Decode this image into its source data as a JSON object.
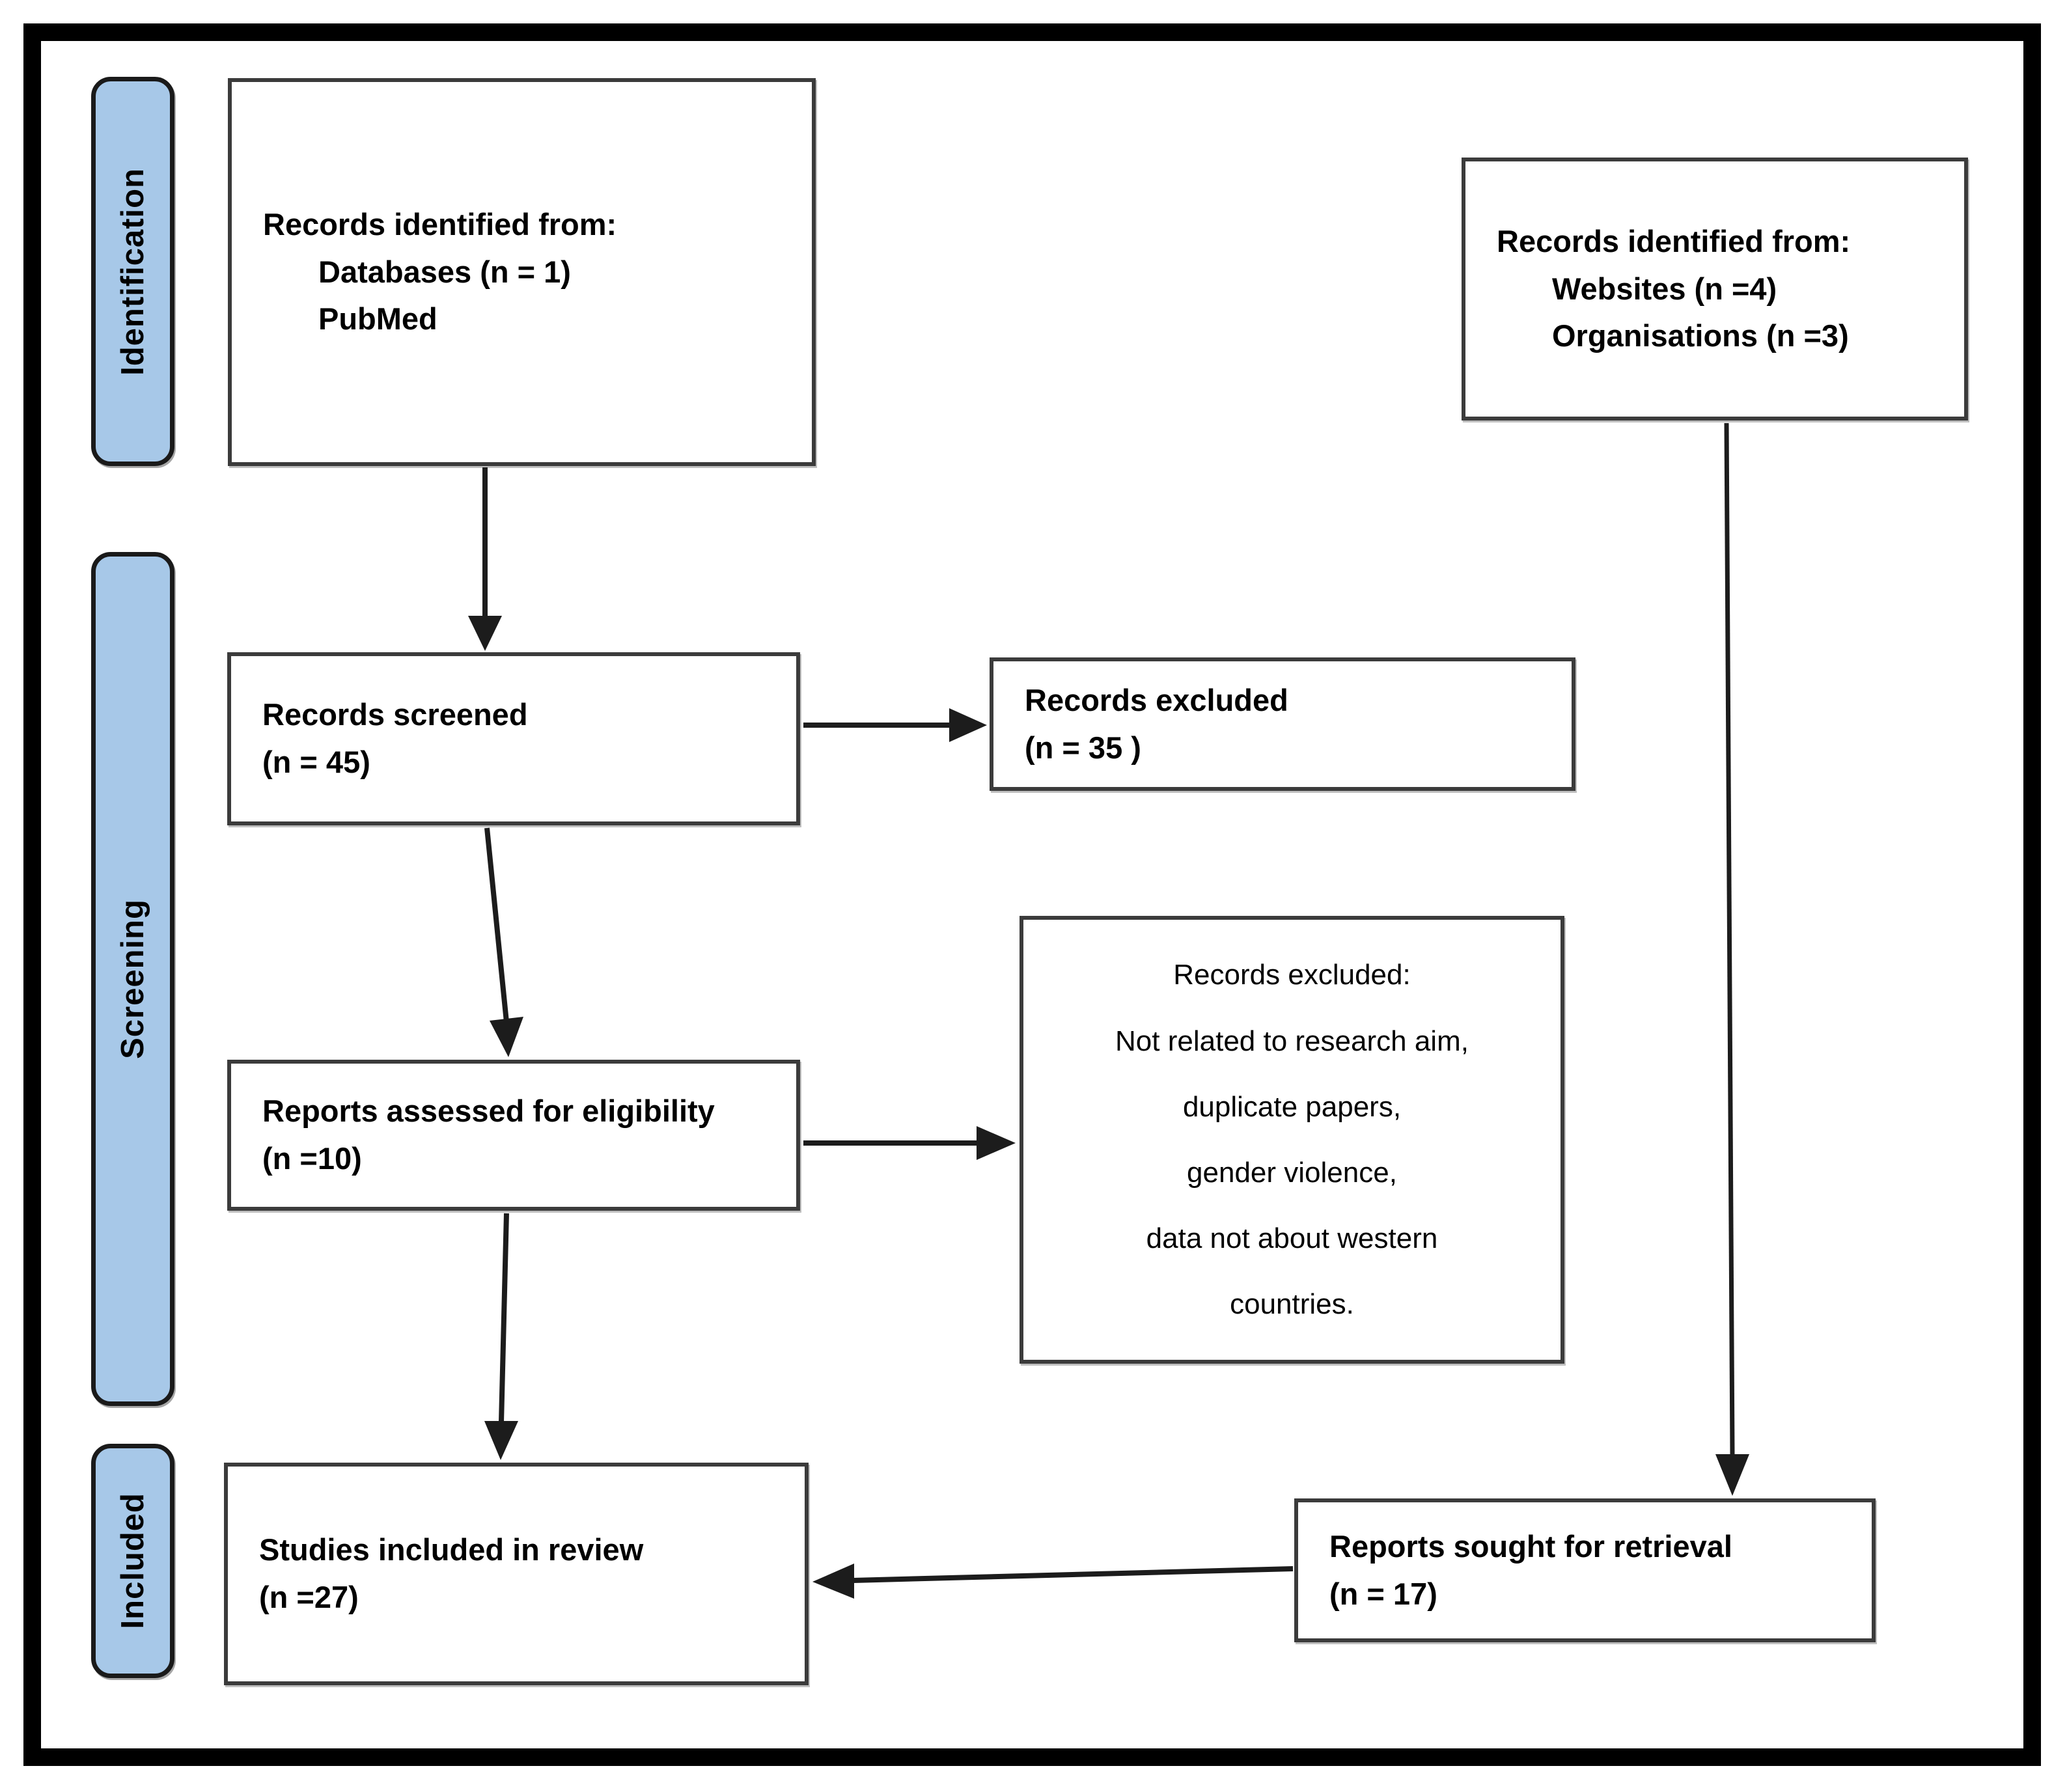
{
  "stages": {
    "identification": {
      "label": "Identification"
    },
    "screening": {
      "label": "Screening"
    },
    "included": {
      "label": "Included"
    }
  },
  "boxes": {
    "identified_databases": {
      "lines": [
        "Records identified from:",
        "Databases (n = 1)",
        "PubMed"
      ]
    },
    "identified_websites": {
      "lines": [
        "Records identified from:",
        "Websites (n =4)",
        "Organisations (n =3)"
      ]
    },
    "records_screened": {
      "lines": [
        "Records screened",
        "(n = 45)"
      ]
    },
    "records_excluded": {
      "lines": [
        "Records excluded",
        "(n = 35 )"
      ]
    },
    "reports_assessed": {
      "lines": [
        "Reports assessed for eligibility",
        "(n =10)"
      ]
    },
    "exclusion_reasons": {
      "lines": [
        "Records excluded:",
        "Not related to research aim,",
        "duplicate papers,",
        "gender violence,",
        "data not about western",
        "countries."
      ]
    },
    "studies_included": {
      "lines": [
        "Studies included in review",
        "(n =27)"
      ]
    },
    "reports_sought": {
      "lines": [
        "Reports sought for retrieval",
        "(n = 17)"
      ]
    }
  },
  "colors": {
    "stage_fill": "#A7C8E8",
    "stage_border": "#1a1a1a",
    "box_border": "#3b3b3b",
    "arrow": "#1c1c1c",
    "frame": "#000000"
  }
}
